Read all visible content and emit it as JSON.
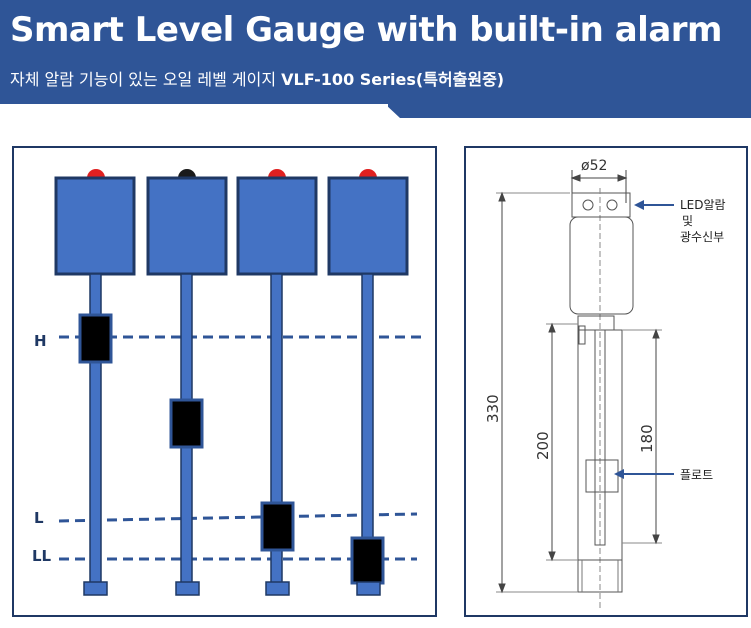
{
  "header": {
    "title": "Smart Level Gauge with built-in alarm",
    "subtitle_kr": "자체 알람 기능이 있는 오일 레벨 게이지",
    "subtitle_model": "VLF-100 Series(특허출원중)"
  },
  "colors": {
    "header_bg": "#2f5597",
    "gauge_blue": "#4472c4",
    "gauge_border": "#1f3864",
    "lamp_red": "#e02020",
    "lamp_black": "#1a1a1a",
    "float_black": "#000000",
    "level_line": "#2f5597"
  },
  "level_labels": {
    "high": "H",
    "low": "L",
    "low_low": "LL"
  },
  "gauges": [
    {
      "lamp": "red"
    },
    {
      "lamp": "black"
    },
    {
      "lamp": "red"
    },
    {
      "lamp": "red"
    }
  ],
  "drawing": {
    "diameter": "ø52",
    "dim_total": "330",
    "dim_tube": "200",
    "dim_float_travel": "180",
    "callout_led_line1": "LED알람",
    "callout_led_line2": "및",
    "callout_led_line3": "광수신부",
    "callout_float": "플로트"
  }
}
